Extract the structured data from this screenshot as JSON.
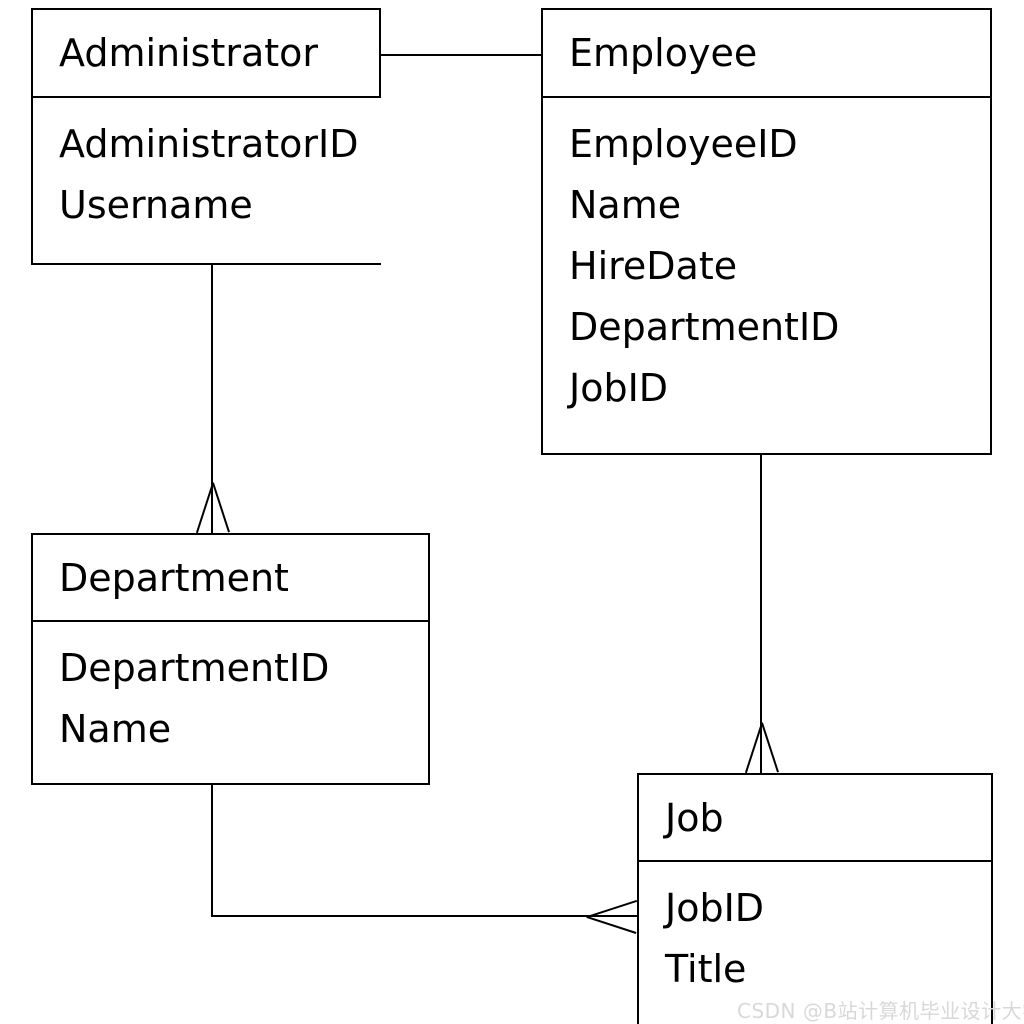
{
  "diagram": {
    "type": "entity-relationship-diagram",
    "notation": "crow-foot",
    "background_color": "#ffffff",
    "line_color": "#000000",
    "text_color": "#000000",
    "entities": [
      {
        "id": "administrator",
        "name": "Administrator",
        "attributes": [
          "AdministratorID",
          "Username"
        ]
      },
      {
        "id": "employee",
        "name": "Employee",
        "attributes": [
          "EmployeeID",
          "Name",
          "HireDate",
          "DepartmentID",
          "JobID"
        ]
      },
      {
        "id": "department",
        "name": "Department",
        "attributes": [
          "DepartmentID",
          "Name"
        ]
      },
      {
        "id": "job",
        "name": "Job",
        "attributes": [
          "JobID",
          "Title"
        ]
      }
    ],
    "relationships": [
      {
        "id": "admin-employee",
        "from": "Administrator",
        "to": "Employee",
        "from_marker": "none",
        "to_marker": "none"
      },
      {
        "id": "admin-department",
        "from": "Administrator",
        "to": "Department",
        "from_marker": "none",
        "to_marker": "crow-foot"
      },
      {
        "id": "employee-job",
        "from": "Employee",
        "to": "Job",
        "from_marker": "none",
        "to_marker": "crow-foot"
      },
      {
        "id": "department-job",
        "from": "Department",
        "to": "Job",
        "from_marker": "none",
        "to_marker": "crow-foot"
      }
    ]
  },
  "watermark": {
    "text": "CSDN @B站计算机毕业设计大学",
    "color": "#d8d8d8"
  }
}
